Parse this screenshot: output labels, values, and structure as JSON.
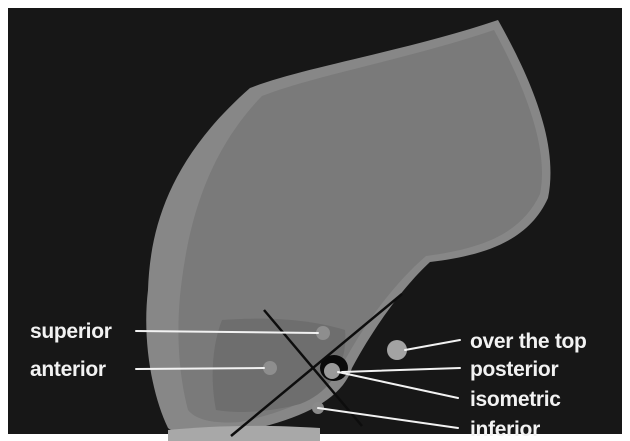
{
  "labels": {
    "superior": "superior",
    "anterior": "anterior",
    "over_the_top": "over the top",
    "posterior": "posterior",
    "isometric": "isometric",
    "inferior": "inferior"
  },
  "colors": {
    "background": "#171717",
    "bone_face": "#7b7b7b",
    "bone_rim": "#8c8c8c",
    "bone_shadow": "#6d6d6d",
    "text": "#f2f2f2",
    "lines": "#0d0d0d",
    "spots": "#a3a3a3"
  }
}
